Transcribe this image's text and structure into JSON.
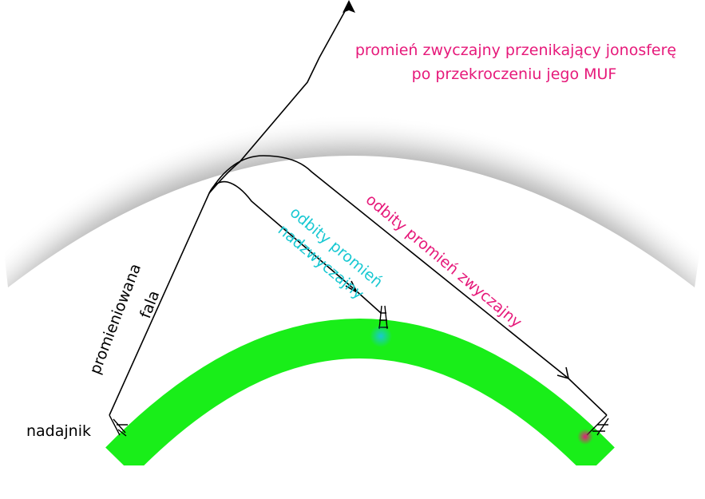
{
  "labels": {
    "ordinary_penetrating_line1": "promień zwyczajny przenikający jonosferę",
    "ordinary_penetrating_line2": "po przekroczeniu jego MUF",
    "extraordinary_line1": "odbity promień",
    "extraordinary_line2": "nadzwyczajny",
    "ordinary_reflected": "odbity promień zwyczajny",
    "radiated_line1": "promieniowana",
    "radiated_line2": "fala",
    "transmitter": "nadajnik"
  },
  "colors": {
    "magenta": "#e6197a",
    "cyan": "#19c8d2",
    "ground": "#19ee19",
    "ionosphere_dark": "#8c8c8c",
    "ray": "#000000"
  },
  "icons": {
    "transmitter_mast": "antenna-tower-icon",
    "receiver_extraordinary": "antenna-tower-icon",
    "receiver_ordinary": "antenna-tower-icon"
  }
}
